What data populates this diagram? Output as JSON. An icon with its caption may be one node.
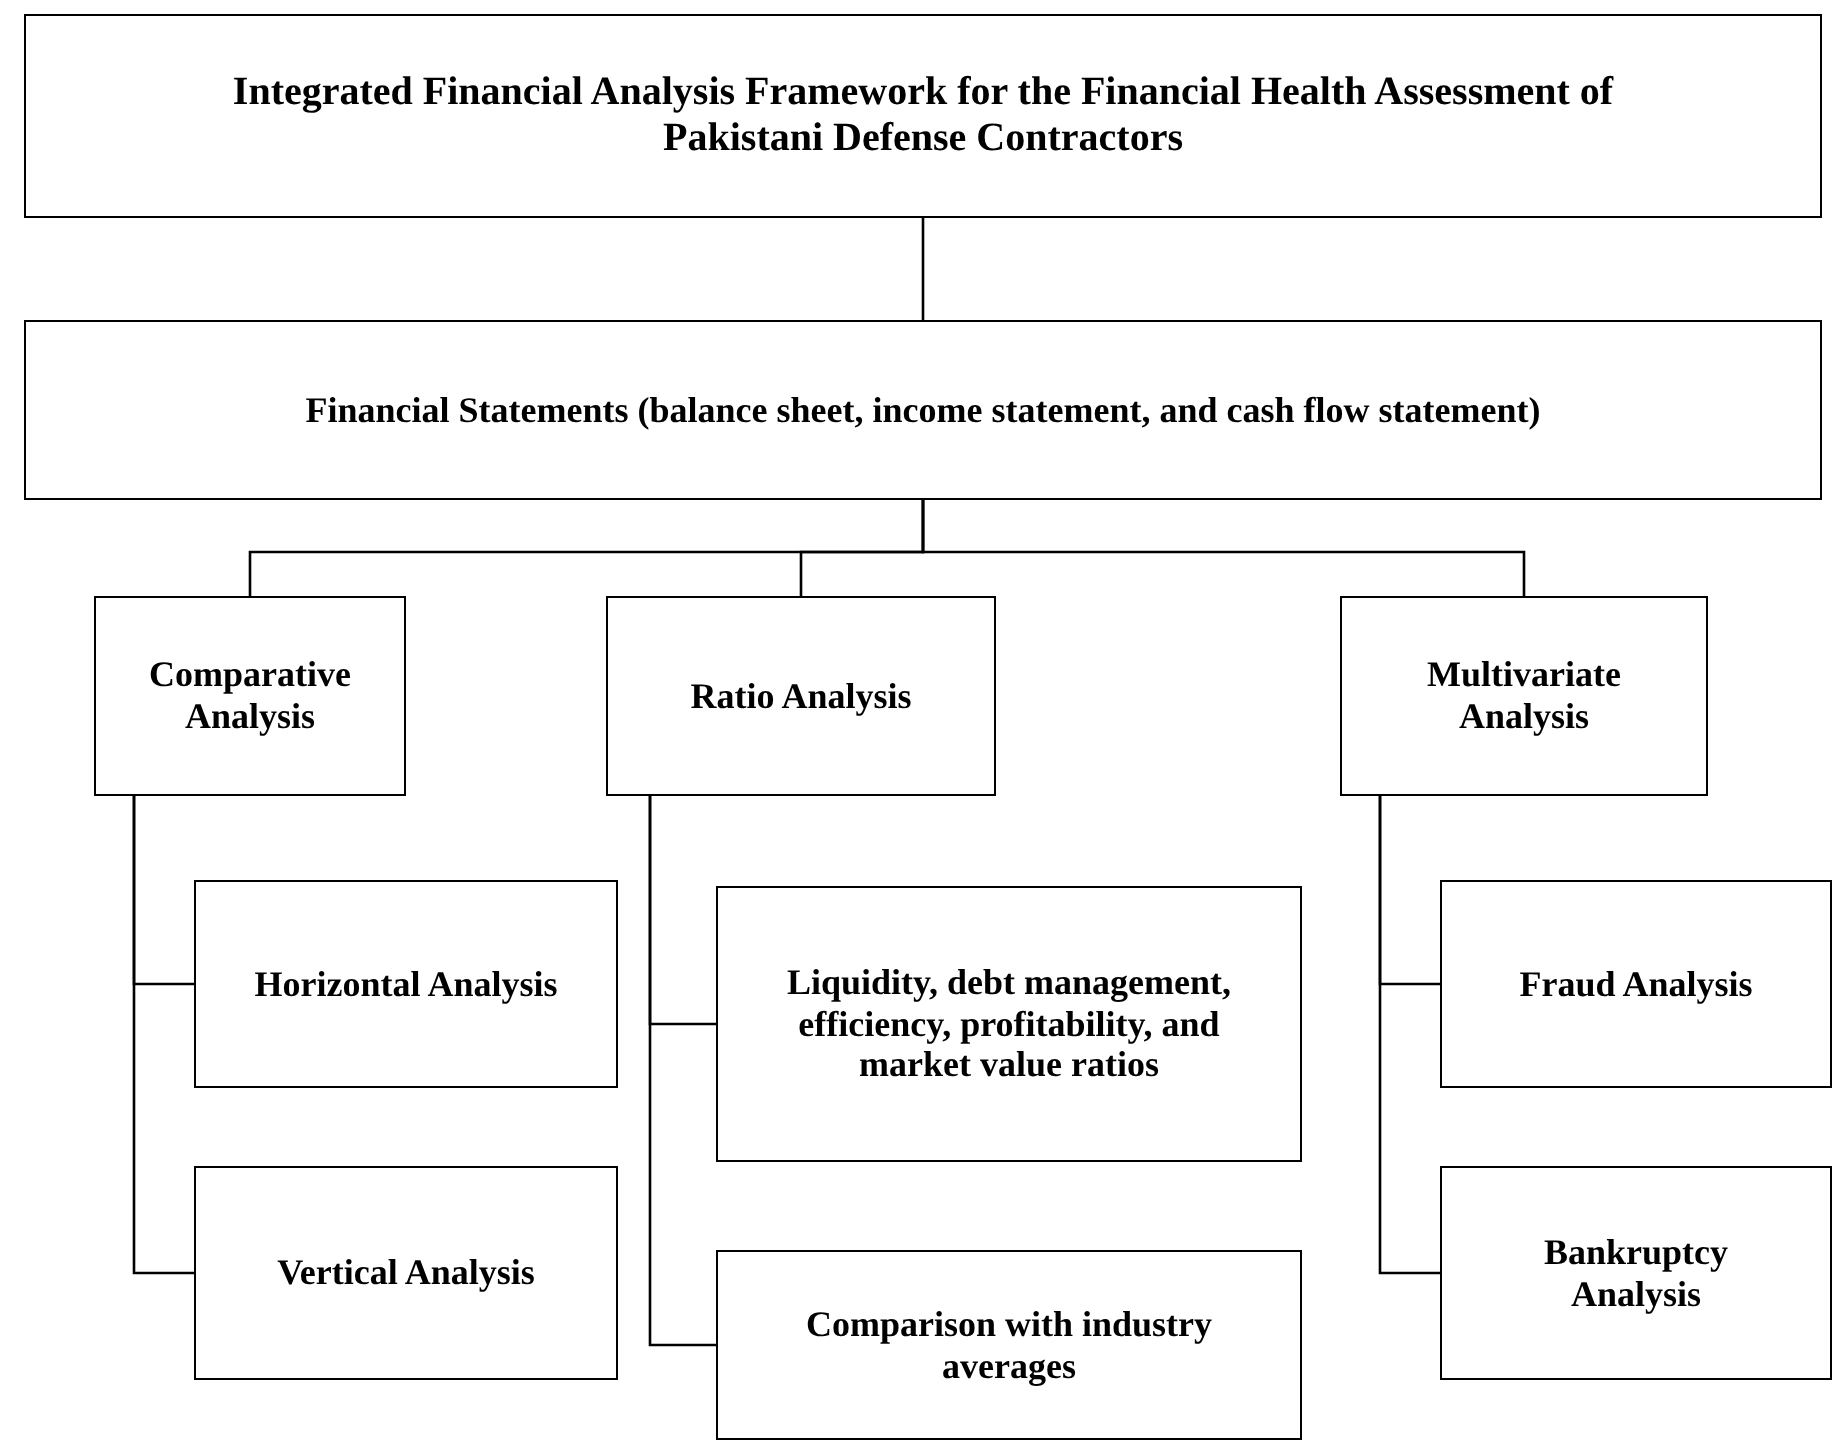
{
  "diagram": {
    "nodes": [
      {
        "text": [
          "Integrated Financial Analysis Framework for the Financial Health Assessment of Pakistani Defense Contractors"
        ]
      },
      {
        "text": [
          "Financial Statements (balance sheet, income statement, and cash flow statement)"
        ]
      },
      {
        "text": [
          "Comparative Analysis"
        ]
      },
      {
        "text": [
          "Ratio Analysis"
        ]
      },
      {
        "text": [
          "Multivariate Analysis"
        ]
      },
      {
        "text": [
          "Horizontal Analysis"
        ]
      },
      {
        "text": [
          "Vertical Analysis"
        ]
      },
      {
        "text": [
          "Liquidity, debt management, efficiency, profitability, and market value ratios"
        ]
      },
      {
        "text": [
          "Comparison with industry averages"
        ]
      },
      {
        "text": [
          "Fraud Analysis"
        ]
      },
      {
        "text": [
          "Bankruptcy Analysis"
        ]
      }
    ],
    "edges": [
      {
        "from": 0,
        "to": 1,
        "arrow": "none"
      },
      {
        "from": 1,
        "to": 2,
        "arrow": "none"
      },
      {
        "from": 1,
        "to": 3,
        "arrow": "none"
      },
      {
        "from": 1,
        "to": 4,
        "arrow": "none"
      },
      {
        "from": 2,
        "to": 5,
        "arrow": "none"
      },
      {
        "from": 2,
        "to": 6,
        "arrow": "none"
      },
      {
        "from": 3,
        "to": 7,
        "arrow": "none"
      },
      {
        "from": 3,
        "to": 8,
        "arrow": "none"
      },
      {
        "from": 4,
        "to": 9,
        "arrow": "none"
      },
      {
        "from": 4,
        "to": 10,
        "arrow": "none"
      }
    ]
  }
}
